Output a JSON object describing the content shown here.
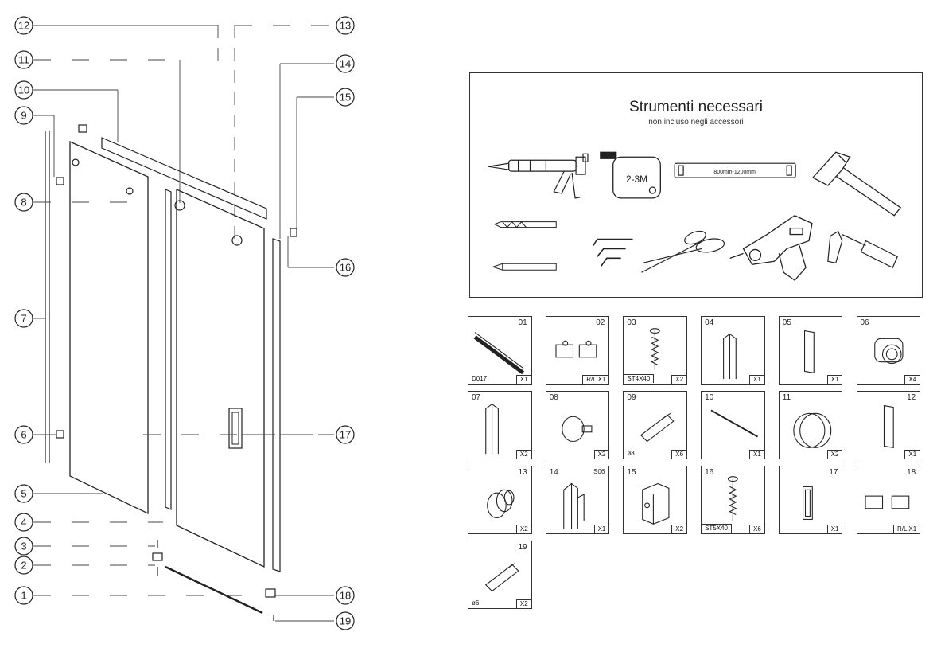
{
  "tools_panel": {
    "title": "Strumenti necessari",
    "subtitle": "non incluso negli accessori",
    "tape_label": "2-3M",
    "level_label": "800mm-1200mm",
    "icons": [
      "caulking-gun-icon",
      "tape-measure-icon",
      "spirit-level-icon",
      "hammer-icon",
      "drill-bit-icon",
      "allen-keys-icon",
      "scissors-icon",
      "power-drill-icon",
      "screwdriver-icon",
      "pencil-icon"
    ]
  },
  "diagram_callouts": [
    "1",
    "2",
    "3",
    "4",
    "5",
    "6",
    "7",
    "8",
    "9",
    "10",
    "11",
    "12",
    "13",
    "14",
    "15",
    "16",
    "17",
    "18",
    "19"
  ],
  "parts": [
    {
      "num": "01",
      "qty": "X1",
      "code": "D017",
      "boxed": false
    },
    {
      "num": "02",
      "qty": "R/L X1",
      "code": "",
      "boxed": false
    },
    {
      "num": "03",
      "qty": "X2",
      "code": "ST4X40",
      "boxed": true
    },
    {
      "num": "04",
      "qty": "X1",
      "code": "",
      "boxed": false
    },
    {
      "num": "05",
      "qty": "X1",
      "code": "",
      "boxed": false
    },
    {
      "num": "06",
      "qty": "X4",
      "code": "",
      "boxed": false
    },
    {
      "num": "07",
      "qty": "X2",
      "code": "",
      "boxed": false
    },
    {
      "num": "08",
      "qty": "X2",
      "code": "",
      "boxed": false
    },
    {
      "num": "09",
      "qty": "X6",
      "code": "ø8",
      "boxed": false
    },
    {
      "num": "10",
      "qty": "X1",
      "code": "",
      "boxed": false
    },
    {
      "num": "11",
      "qty": "X2",
      "code": "",
      "boxed": false
    },
    {
      "num": "12",
      "qty": "X1",
      "code": "",
      "boxed": false
    },
    {
      "num": "13",
      "qty": "X2",
      "code": "",
      "boxed": false
    },
    {
      "num": "14",
      "qty": "X1",
      "code": "",
      "boxed": false,
      "extra": "S06"
    },
    {
      "num": "15",
      "qty": "X2",
      "code": "",
      "boxed": false
    },
    {
      "num": "16",
      "qty": "X6",
      "code": "ST5X40",
      "boxed": true
    },
    {
      "num": "17",
      "qty": "X1",
      "code": "",
      "boxed": false
    },
    {
      "num": "18",
      "qty": "R/L X1",
      "code": "",
      "boxed": false
    },
    {
      "num": "19",
      "qty": "X2",
      "code": "ø6",
      "boxed": false
    }
  ]
}
